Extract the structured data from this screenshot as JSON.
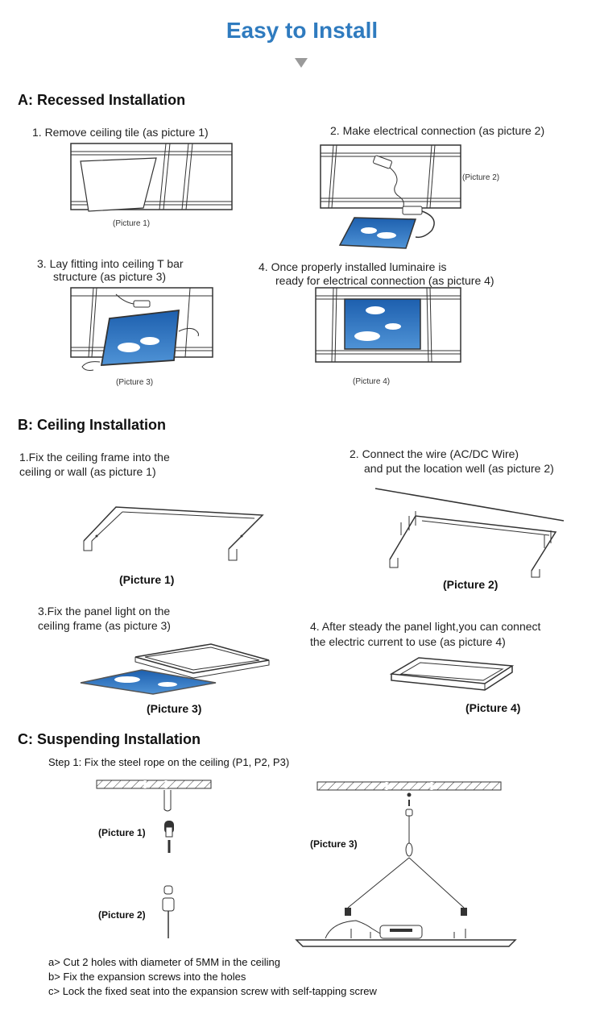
{
  "header": {
    "title": "Easy to Install"
  },
  "section_a": {
    "heading": "A: Recessed Installation",
    "steps": [
      {
        "text": "1. Remove ceiling tile  (as picture 1)",
        "caption": "(Picture 1)"
      },
      {
        "text": "2. Make electrical connection  (as picture 2)",
        "caption": "(Picture 2)"
      },
      {
        "line1": "3. Lay fitting into ceiling T bar",
        "line2": "structure (as picture 3)",
        "caption": "(Picture 3)"
      },
      {
        "line1": "4. Once properly installed luminaire is",
        "line2": "ready for electrical connection (as picture 4)",
        "caption": "(Picture 4)"
      }
    ]
  },
  "section_b": {
    "heading": "B: Ceiling Installation",
    "steps": [
      {
        "line1": "1.Fix the ceiling frame into the",
        "line2": "ceiling or wall (as picture 1)",
        "caption": "(Picture 1)"
      },
      {
        "line1": "2. Connect the wire (AC/DC Wire)",
        "line2": "and put the location well (as picture 2)",
        "caption": "(Picture 2)"
      },
      {
        "line1": "3.Fix the panel light on the",
        "line2": "ceiling frame (as picture 3)",
        "caption": "(Picture 3)"
      },
      {
        "line1": "4. After steady the panel light,you can connect",
        "line2": "the electric current to use (as picture 4)",
        "caption": "(Picture 4)"
      }
    ]
  },
  "section_c": {
    "heading": "C: Suspending Installation",
    "step1": "Step 1: Fix the steel rope on the ceiling (P1, P2, P3)",
    "captions": {
      "p1": "(Picture 1)",
      "p2": "(Picture 2)",
      "p3": "(Picture 3)"
    },
    "notes": [
      "a>  Cut 2 holes with diameter of 5MM in the ceiling",
      "b>  Fix the expansion screws into the holes",
      "c>  Lock the fixed seat into the expansion screw with self-tapping screw"
    ]
  },
  "icons": [
    "down-arrow-icon"
  ],
  "colors": {
    "title": "#2f7bbf",
    "sky": "#2c6fb8",
    "arrow": "#9a9a9a"
  }
}
